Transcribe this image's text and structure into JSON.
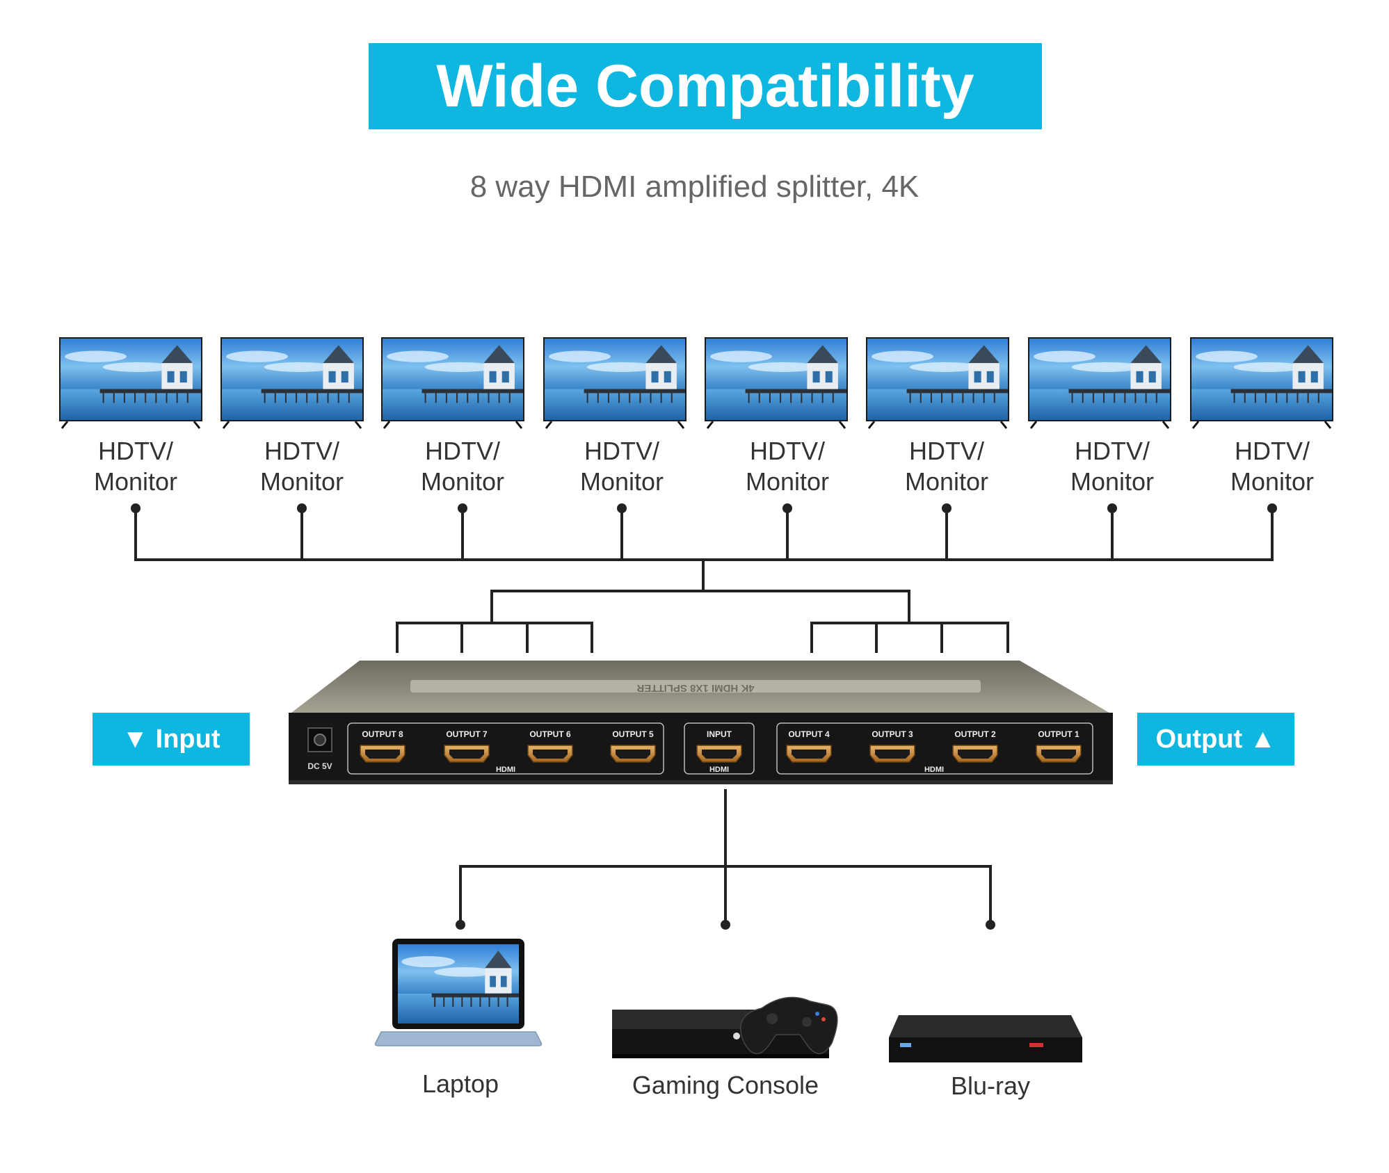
{
  "title": "Wide Compatibility",
  "subtitle": "8 way HDMI amplified splitter, 4K",
  "input_label": "▼ Input",
  "output_label": "Output ▲",
  "monitors": [
    {
      "line1": "HDTV/",
      "line2": "Monitor"
    },
    {
      "line1": "HDTV/",
      "line2": "Monitor"
    },
    {
      "line1": "HDTV/",
      "line2": "Monitor"
    },
    {
      "line1": "HDTV/",
      "line2": "Monitor"
    },
    {
      "line1": "HDTV/",
      "line2": "Monitor"
    },
    {
      "line1": "HDTV/",
      "line2": "Monitor"
    },
    {
      "line1": "HDTV/",
      "line2": "Monitor"
    },
    {
      "line1": "HDTV/",
      "line2": "Monitor"
    }
  ],
  "splitter": {
    "top_label": "4K HDMI 1X8 SPLITTER",
    "dc_label": "DC 5V",
    "left_ports": [
      "OUTPUT 8",
      "OUTPUT 7",
      "OUTPUT 6",
      "OUTPUT 5"
    ],
    "input_port": "INPUT",
    "right_ports": [
      "OUTPUT 4",
      "OUTPUT 3",
      "OUTPUT 2",
      "OUTPUT 1"
    ],
    "group_label": "HDMI"
  },
  "sources": [
    {
      "label": "Laptop",
      "icon": "laptop-icon"
    },
    {
      "label": "Gaming Console",
      "icon": "gaming-console-icon"
    },
    {
      "label": "Blu-ray",
      "icon": "bluray-player-icon"
    }
  ],
  "colors": {
    "accent": "#0fb7e0",
    "line": "#222222",
    "device_body": "#1a1a1a",
    "port_gold": "#c98a3a"
  }
}
